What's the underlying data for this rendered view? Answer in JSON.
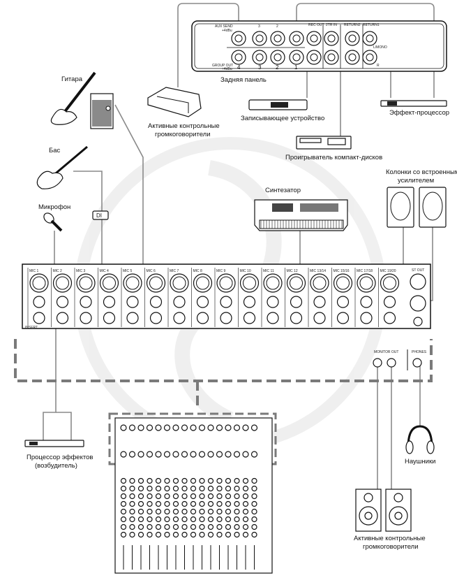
{
  "title": "Схема подключения микшерного пульта",
  "rear_panel": {
    "label": "Задняя панель",
    "aux_send": "AUX SEND",
    "aux_send_level": "+4dBu",
    "aux_nums": [
      "3",
      "2"
    ],
    "group_out": "GROUP OUT",
    "group_out_level": "+4dBu",
    "group_nums": [
      "4",
      "3",
      "2",
      "1"
    ],
    "rec_out": "REC OUT",
    "tr_in": "2TR IN",
    "return2": "RETURN2",
    "return1": "RETURN1",
    "mono": "L/MONO",
    "r": "R"
  },
  "devices": {
    "recorder": "Записывающее устройство",
    "cd_player": "Проигрыватель компакт-дисков",
    "effect_processor": "Эффект-процессор",
    "active_monitors_top_1": "Активные контрольные",
    "active_monitors_top_2": "громкоговорители",
    "guitar": "Гитара",
    "bass": "Бас",
    "microphone": "Микрофон",
    "di": "DI",
    "synth": "Синтезатор",
    "powered_speakers_1": "Колонки со встроенным",
    "powered_speakers_2": "усилителем",
    "fx_exciter_1": "Процессор эффектов",
    "fx_exciter_2": "(возбудитель)",
    "headphones": "Наушники",
    "active_monitors_bottom_1": "Активные контрольные",
    "active_monitors_bottom_2": "громкоговорители"
  },
  "mixer": {
    "channels": [
      "MIC 1",
      "MIC 2",
      "MIC 3",
      "MIC 4",
      "MIC 5",
      "MIC 6",
      "MIC 7",
      "MIC 8",
      "MIC 9",
      "MIC 10",
      "MIC 11",
      "MIC 12",
      "MIC 13/14",
      "MIC 15/16",
      "MIC 17/18",
      "MIC 19/20"
    ],
    "st_out": "ST OUT",
    "insert": "INSERT",
    "monitor_out": "MONITOR OUT",
    "phones": "PHONES"
  }
}
